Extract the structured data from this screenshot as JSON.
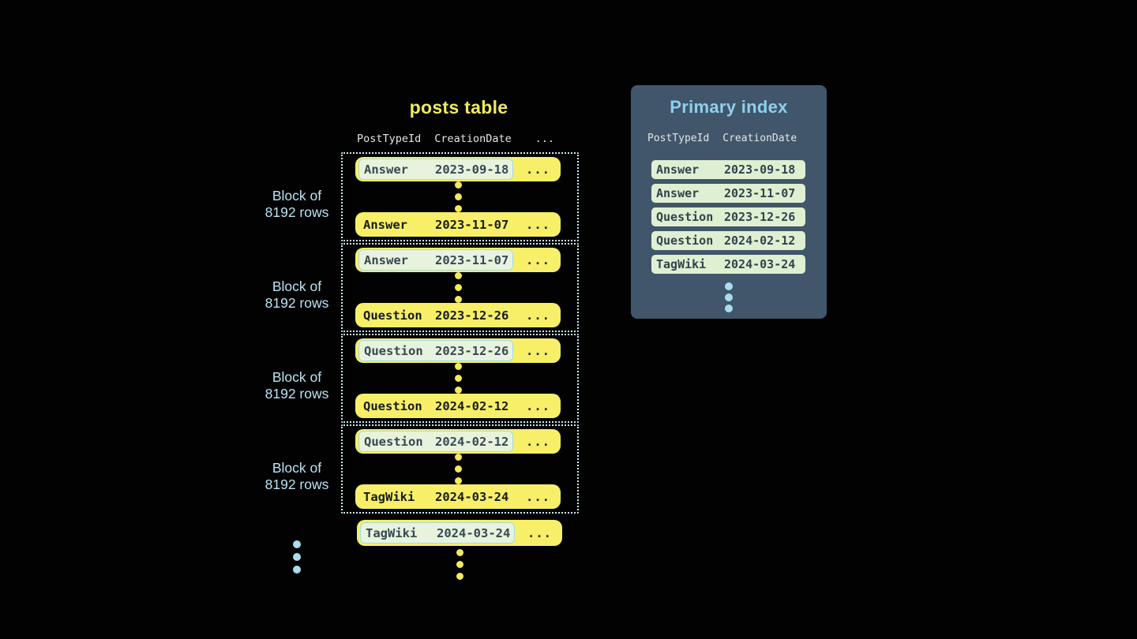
{
  "colors": {
    "background": "#020202",
    "row_yellow": "#f7ef68",
    "row_highlight_bg": "#e7f3dc",
    "row_highlight_border": "#a7d7e6",
    "index_row_bg": "#dff0d2",
    "panel_bg": "#41566a",
    "block_border": "#cfe9f5",
    "label_blue": "#b9e3f5",
    "title_yellow": "#f2ea5f",
    "title_blue": "#8ed0ef",
    "dot_yellow": "#f2e95e",
    "dot_blue": "#a9dcee",
    "text_dark": "#171b1f",
    "text_slate": "#374854"
  },
  "posts_table": {
    "title": "posts table",
    "headers": {
      "post_type_id": "PostTypeId",
      "creation_date": "CreationDate",
      "more": "..."
    },
    "block_label": {
      "line1": "Block of",
      "line2": "8192 rows"
    },
    "row_ellipsis": "...",
    "blocks": [
      {
        "first": {
          "type": "Answer",
          "date": "2023-09-18"
        },
        "last": {
          "type": "Answer",
          "date": "2023-11-07"
        }
      },
      {
        "first": {
          "type": "Answer",
          "date": "2023-11-07"
        },
        "last": {
          "type": "Question",
          "date": "2023-12-26"
        }
      },
      {
        "first": {
          "type": "Question",
          "date": "2023-12-26"
        },
        "last": {
          "type": "Question",
          "date": "2024-02-12"
        }
      },
      {
        "first": {
          "type": "Question",
          "date": "2024-02-12"
        },
        "last": {
          "type": "TagWiki",
          "date": "2024-03-24"
        }
      }
    ],
    "overflow_row": {
      "type": "TagWiki",
      "date": "2024-03-24"
    }
  },
  "primary_index": {
    "title": "Primary index",
    "headers": {
      "post_type_id": "PostTypeId",
      "creation_date": "CreationDate"
    },
    "rows": [
      {
        "type": "Answer",
        "date": "2023-09-18"
      },
      {
        "type": "Answer",
        "date": "2023-11-07"
      },
      {
        "type": "Question",
        "date": "2023-12-26"
      },
      {
        "type": "Question",
        "date": "2024-02-12"
      },
      {
        "type": "TagWiki",
        "date": "2024-03-24"
      }
    ]
  }
}
